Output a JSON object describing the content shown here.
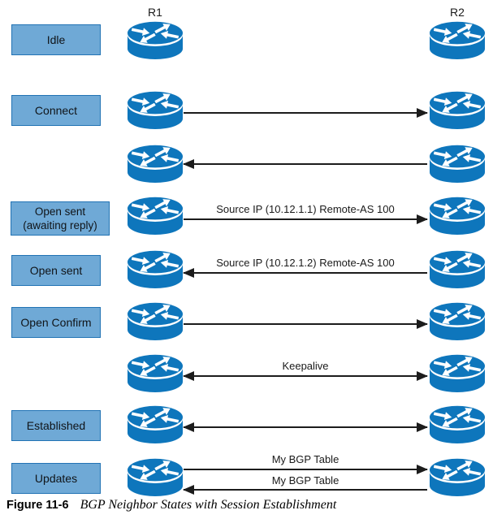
{
  "header": {
    "r1": "R1",
    "r2": "R2"
  },
  "icons": {
    "router": "cisco-router-icon"
  },
  "colors": {
    "state_box_fill": "#6FA9D6",
    "state_box_border": "#2273B4",
    "router_blue": "#0E76BC",
    "arrow_line": "#1C1C1C"
  },
  "rows": [
    {
      "state": "Idle"
    },
    {
      "state": "Connect"
    },
    {},
    {
      "state_line1": "Open sent",
      "state_line2": "(awaiting reply)",
      "arrow_label": "Source IP (10.12.1.1) Remote-AS 100"
    },
    {
      "state": "Open sent",
      "arrow_label": "Source IP (10.12.1.2) Remote-AS 100"
    },
    {
      "state": "Open Confirm"
    },
    {
      "arrow_label": "Keepalive"
    },
    {
      "state": "Established"
    },
    {
      "state": "Updates",
      "arrow_label_top": "My BGP Table",
      "arrow_label_bottom": "My BGP Table"
    }
  ],
  "caption": {
    "figure_label": "Figure 11-6",
    "figure_title": "BGP Neighbor States with Session Establishment"
  }
}
